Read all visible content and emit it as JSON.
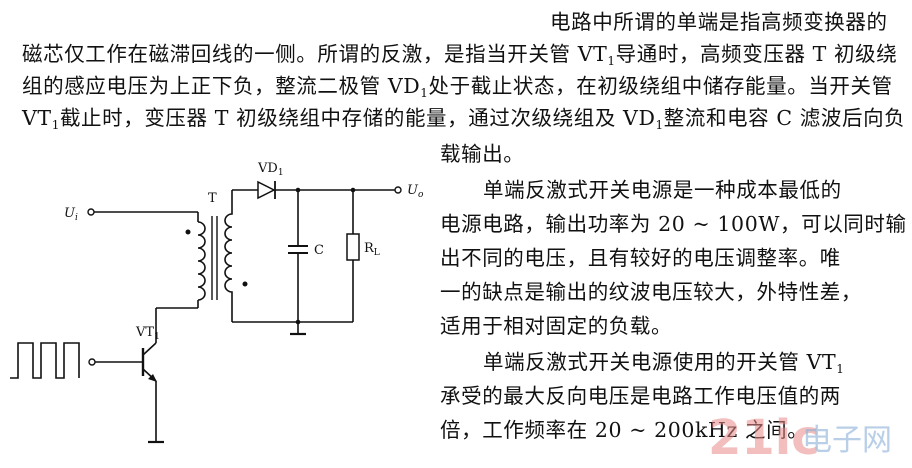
{
  "paragraph1": {
    "line1": "电路中所谓的单端是指高频变换器的",
    "line2": "磁芯仅工作在磁滞回线的一侧。所谓的反激，是指当开关管 VT",
    "line2_sub": "1",
    "line2_tail": "导通时，高频变压器 T 初级绕",
    "line3": "组的感应电压为上正下负，整流二极管 VD",
    "line3_sub": "1",
    "line3_tail": "处于截止状态，在初级绕组中储存能量。当开关管",
    "line4": "VT",
    "line4_sub": "1",
    "line4_tail": "截止时，变压器 T 初级绕组中存储的能量，通过次级绕组及 VD",
    "line4_sub2": "1",
    "line4_tail2": "整流和电容 C 滤波后向负",
    "line5": "载输出。"
  },
  "paragraph2": {
    "line1": "单端反激式开关电源是一种成本最低的",
    "line2": "电源电路，输出功率为 20 ~ 100W，可以同时输",
    "line3": "出不同的电压，且有较好的电压调整率。唯",
    "line4": "一的缺点是输出的纹波电压较大，外特性差，",
    "line5": "适用于相对固定的负载。"
  },
  "paragraph3": {
    "line1": "单端反激式开关电源使用的开关管 VT",
    "line1_sub": "1",
    "line2": "承受的最大反向电压是电路工作电压值的两",
    "line3": "倍，工作频率在 20 ~ 200kHz 之间。"
  },
  "circuit": {
    "ui": "U",
    "ui_sub": "i",
    "uo": "U",
    "uo_sub": "o",
    "t": "T",
    "vd": "VD",
    "vd_sub": "1",
    "c": "C",
    "rl": "R",
    "rl_sub": "L",
    "vt": "VT",
    "vt_sub": "1"
  },
  "watermark": {
    "logo": "21ic",
    "cn": "电子网"
  }
}
